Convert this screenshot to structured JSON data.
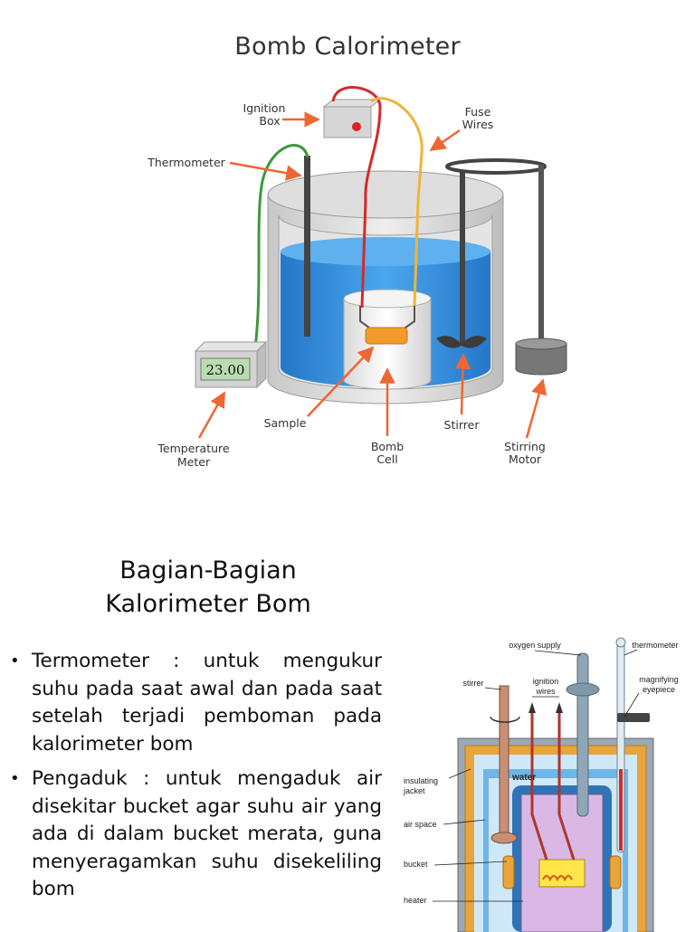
{
  "diagram1": {
    "title": "Bomb Calorimeter",
    "labels": {
      "ignition_box_1": "Ignition",
      "ignition_box_2": "Box",
      "fuse_wires_1": "Fuse",
      "fuse_wires_2": "Wires",
      "thermometer": "Thermometer",
      "sample": "Sample",
      "temperature_meter_1": "Temperature",
      "temperature_meter_2": "Meter",
      "bomb_cell_1": "Bomb",
      "bomb_cell_2": "Cell",
      "stirrer": "Stirrer",
      "stirring_motor_1": "Stirring",
      "stirring_motor_2": "Motor"
    },
    "meter_reading": "23.00"
  },
  "section": {
    "title_line1": "Bagian-Bagian",
    "title_line2": "Kalorimeter Bom"
  },
  "bullets": [
    {
      "text": "Termometer  : untuk mengukur suhu  pada saat awal dan pada saat setelah terjadi pemboman pada kalorimeter bom"
    },
    {
      "text": "Pengaduk :  untuk  mengaduk air  disekitar bucket agar suhu air yang ada di dalam bucket merata, guna menyeragamkan suhu disekeliling bom"
    }
  ],
  "diagram2": {
    "labels": {
      "oxygen_supply": "oxygen supply",
      "thermometer": "thermometer",
      "stirrer": "stirrer",
      "ignition_wires_1": "ignition",
      "ignition_wires_2": "wires",
      "magnifying_1": "magnifying",
      "magnifying_2": "eyepiece",
      "insulating_1": "insulating",
      "insulating_2": "jacket",
      "water": "water",
      "air_space": "air space",
      "bucket": "bucket",
      "heater": "heater"
    }
  },
  "colors": {
    "water": "#2f8fdc",
    "water_light": "#5fb0ee",
    "arrow": "#ee6633",
    "wire_red": "#d42a2a",
    "wire_yellow": "#f2b33a",
    "wire_green": "#3a9a3a",
    "sample": "#f39a2b",
    "lcd": "#b9dcb0",
    "jacket": "#e9a43a",
    "bomb": "#d9b8e6"
  }
}
